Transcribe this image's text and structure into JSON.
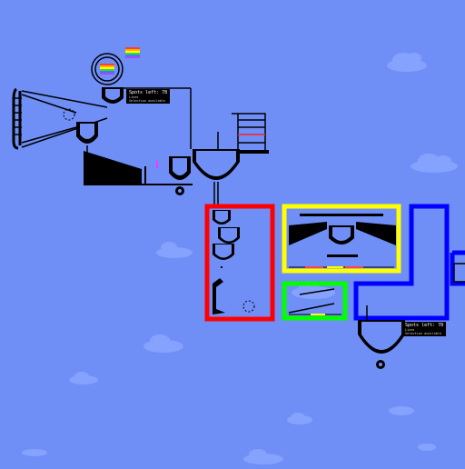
{
  "game": {
    "type": "marble-run-level",
    "palette": {
      "sky": "#6f8ff7",
      "cloud": "#8aa6ff",
      "structure": "#000000",
      "red_zone": "#ff0000",
      "yellow_zone": "#ffff00",
      "green_zone": "#00ff00",
      "blue_zone": "#0000ff"
    },
    "counters": [
      {
        "label": "Spots left: 78",
        "line2": "Lines",
        "line3": "Selection available"
      },
      {
        "label": "Spots left: 78",
        "line2": "Lines",
        "line3": "Selection available"
      }
    ],
    "zones": [
      "red",
      "yellow",
      "green",
      "blue"
    ]
  }
}
